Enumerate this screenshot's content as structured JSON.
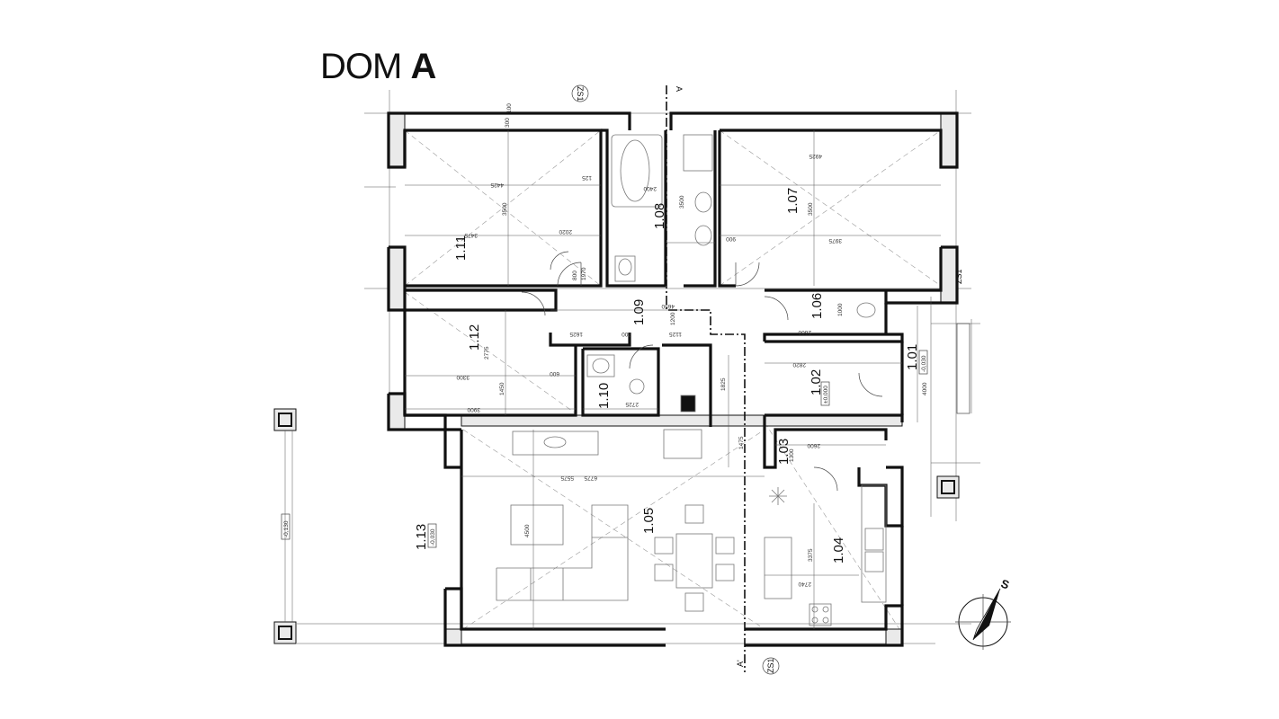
{
  "title": {
    "prefix": "DOM",
    "suffix": "A"
  },
  "rooms": {
    "r111": "1.11",
    "r112": "1.12",
    "r110": "1.10",
    "r109": "1.09",
    "r108": "1.08",
    "r107": "1.07",
    "r106": "1.06",
    "r102": "1.02",
    "r101": "1.01",
    "r103": "1.03",
    "r104": "1.04",
    "r105": "1.05",
    "r113": "1.13"
  },
  "section_marks": {
    "top": "A",
    "bottom": "A'"
  },
  "wall_tags": {
    "zs1_top": "ZS1",
    "zs1_right": "ZS1",
    "zs1_bottom": "ZS1"
  },
  "compass_label": "S",
  "levels": {
    "l113": "-0,030",
    "l102": "±0,000",
    "l101": "-0,030",
    "terrace": "-0,130"
  },
  "dims": {
    "d4425": "4425",
    "d3475": "3475",
    "d3500a": "3500",
    "d2020a": "2020",
    "d125a": "125",
    "d2400": "2400",
    "d3500b": "3500",
    "d4925": "4925",
    "d3975": "3975",
    "d3500c": "3500",
    "d4650": "4650",
    "d1625": "1625",
    "d1125": "1125",
    "d3300": "3300",
    "d2775": "2775",
    "d1450": "1450",
    "d3900": "3900",
    "d2820": "2820",
    "d2600a": "2600",
    "d2600b": "2600",
    "d4000": "4000",
    "d1825": "1825",
    "d1475": "1475",
    "d6775": "6775",
    "d5575": "5575",
    "d4500": "4500",
    "d3375": "3375",
    "d2740": "2740",
    "d1300": "1300",
    "d1000": "1000",
    "d100a": "100",
    "d300a": "300",
    "d1970": "1970",
    "d800": "800",
    "d900": "900",
    "d600": "600",
    "d1200": "1200",
    "d2725": "2725",
    "d700": "700"
  }
}
